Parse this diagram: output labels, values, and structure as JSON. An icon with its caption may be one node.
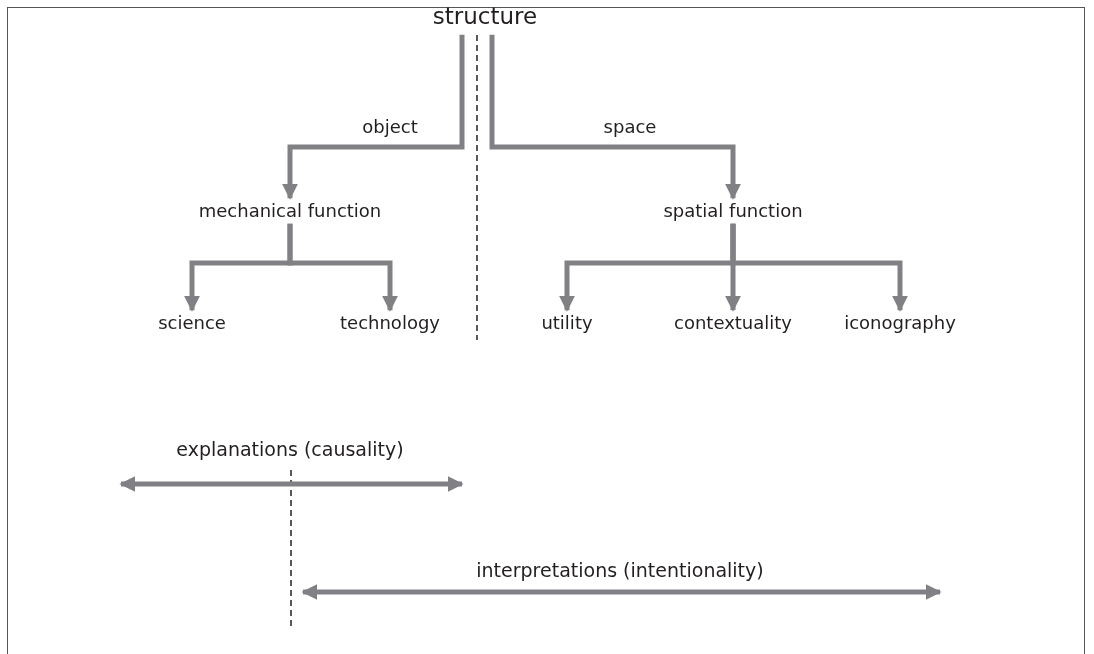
{
  "diagram": {
    "nodes": [
      {
        "text": [
          "structure"
        ]
      },
      {
        "text": [
          "mechanical function"
        ]
      },
      {
        "text": [
          "spatial function"
        ]
      },
      {
        "text": [
          "science"
        ]
      },
      {
        "text": [
          "technology"
        ]
      },
      {
        "text": [
          "utility"
        ]
      },
      {
        "text": [
          "contextuality"
        ]
      },
      {
        "text": [
          "iconography"
        ]
      }
    ],
    "edges": [
      {
        "from": 0,
        "to": 1,
        "arrow": "to",
        "label": "object"
      },
      {
        "from": 0,
        "to": 2,
        "arrow": "to",
        "label": "space"
      },
      {
        "from": 1,
        "to": 3,
        "arrow": "to"
      },
      {
        "from": 1,
        "to": 4,
        "arrow": "to"
      },
      {
        "from": 2,
        "to": 5,
        "arrow": "to"
      },
      {
        "from": 2,
        "to": 6,
        "arrow": "to"
      },
      {
        "from": 2,
        "to": 7,
        "arrow": "to"
      }
    ],
    "labels": [
      "explanations (causality)",
      "interpretations (intentionality)"
    ]
  }
}
